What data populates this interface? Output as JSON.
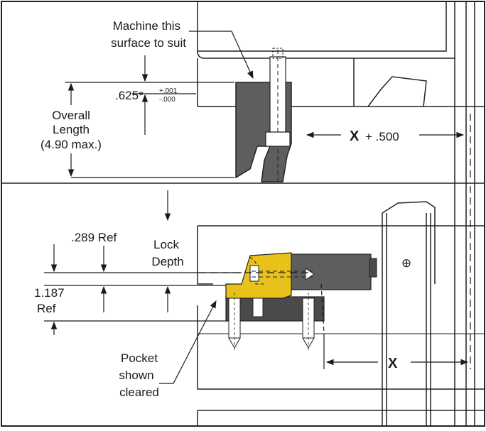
{
  "labels": {
    "machine_surface_line1": "Machine this",
    "machine_surface_line2": "surface to suit",
    "dim_625": ".625*",
    "tol_plus": "+.001",
    "tol_minus": "-.000",
    "overall_line1": "Overall",
    "overall_line2": "Length",
    "overall_line3": "(4.90 max.)",
    "x_plus_x": "X",
    "x_plus_rest": "+ .500",
    "ref_289": ".289 Ref",
    "lock_line1": "Lock",
    "lock_line2": "Depth",
    "ref_1187_line1": "1.187",
    "ref_1187_line2": "Ref",
    "pocket_line1": "Pocket",
    "pocket_line2": "shown",
    "pocket_line3": "cleared",
    "x_bottom": "X",
    "target_symbol": "⊕"
  },
  "colors": {
    "line": "#1a1a1a",
    "block_gray": "#5e5e5e",
    "dark_gray": "#4a4a4a",
    "lock_yellow": "#e8c21a",
    "border": "#222222"
  }
}
